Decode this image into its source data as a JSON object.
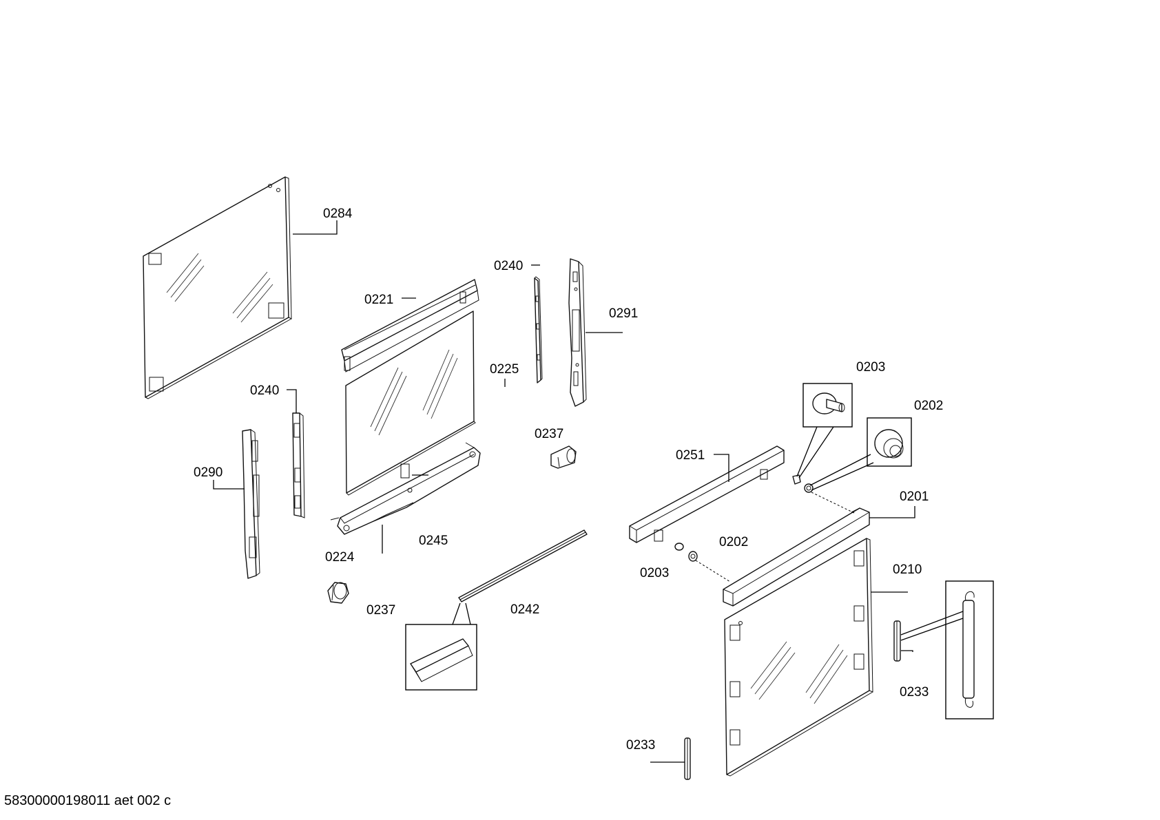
{
  "labels": {
    "p0284": "0284",
    "p0221": "0221",
    "p0240_top": "0240",
    "p0291": "0291",
    "p0225": "0225",
    "p0240_left": "0240",
    "p0290": "0290",
    "p0237_top": "0237",
    "p0224": "0224",
    "p0245": "0245",
    "p0237_bottom": "0237",
    "p0242": "0242",
    "p0203_top": "0203",
    "p0202_top": "0202",
    "p0251": "0251",
    "p0201": "0201",
    "p0202_mid": "0202",
    "p0203_mid": "0203",
    "p0210": "0210",
    "p0233_right": "0233",
    "p0233_bottom": "0233"
  },
  "footer": "58300000198011 aet 002 c"
}
